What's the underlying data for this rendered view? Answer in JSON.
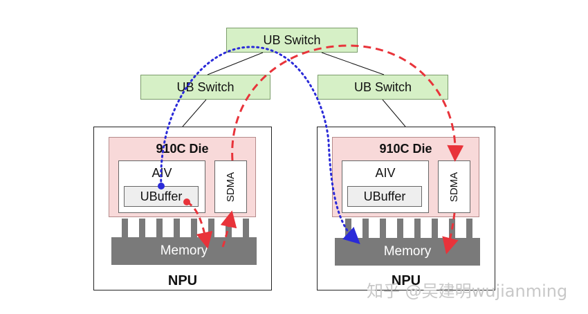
{
  "switches": {
    "top": "UB Switch",
    "left": "UB Switch",
    "right": "UB Switch"
  },
  "left_npu": {
    "label": "NPU",
    "die_title": "910C Die",
    "aiv_label": "AIV",
    "ubuffer_label": "UBuffer",
    "sdma_label": "SDMA",
    "memory_label": "Memory"
  },
  "right_npu": {
    "label": "NPU",
    "die_title": "910C Die",
    "aiv_label": "AIV",
    "ubuffer_label": "UBuffer",
    "sdma_label": "SDMA",
    "memory_label": "Memory"
  },
  "watermark": "知乎 @吴建明wujianming",
  "colors": {
    "switch_fill": "#d6f0c6",
    "die_fill": "#f8d9d9",
    "memory_fill": "#7a7a7a",
    "red_path": "#e8333a",
    "blue_path": "#2a2ad8"
  }
}
